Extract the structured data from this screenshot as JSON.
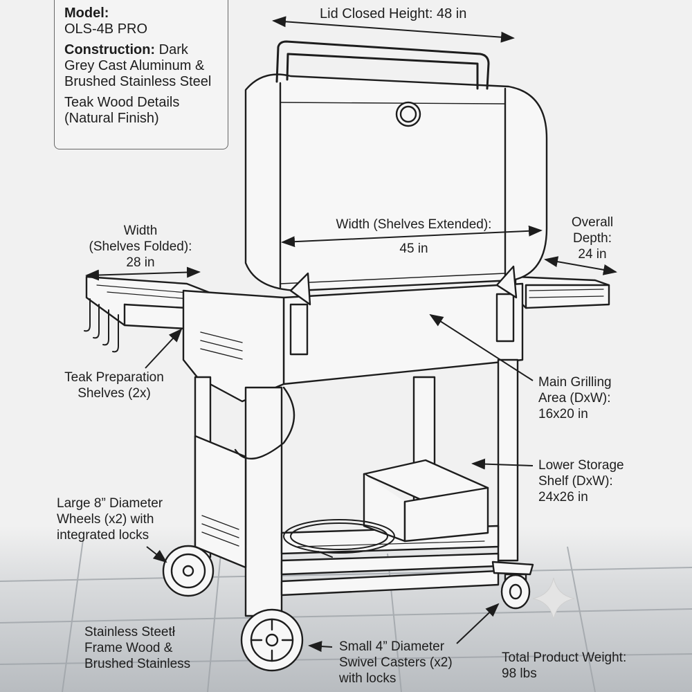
{
  "specs": {
    "model_label": "Model:",
    "model_value": "OLS-4B PRO",
    "construction_label": "Construction:",
    "construction_value": "Dark Grey Cast Aluminum & Brushed Stainless Steel",
    "details": "Teak Wood Details (Natural Finish)"
  },
  "callouts": {
    "lid_height": "Lid Closed Height: 48 in",
    "width_folded": "Width\n(Shelves Folded):\n28 in",
    "width_extended_label": "Width (Shelves Extended):",
    "width_extended_value": "45 in",
    "overall_depth": "Overall\nDepth:\n24 in",
    "teak_shelves": "Teak Preparation\nShelves (2x)",
    "main_grilling": "Main Grilling\nArea (DxW):\n16x20 in",
    "lower_storage": "Lower Storage\nShelf (DxW):\n24x26 in",
    "wheels": "Large 8” Diameter\nWheels (x2) with\nintegrated locks",
    "frame": "Stainless Steetł\nFrame Wood &\nBrushed Stainless",
    "casters": "Small 4” Diameter\nSwivel Casters (x2)\nwith locks",
    "weight": "Total Product Weight:\n98 lbs"
  },
  "colors": {
    "background": "#f1f1f1",
    "line": "#1d1d1d",
    "floor": "#b8bcc0"
  }
}
